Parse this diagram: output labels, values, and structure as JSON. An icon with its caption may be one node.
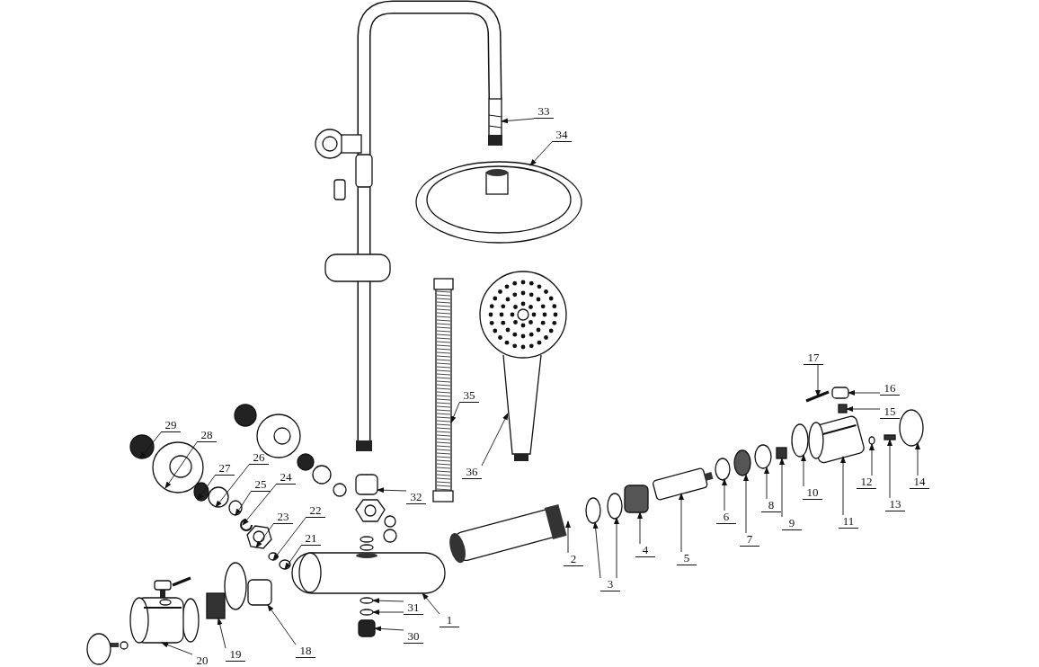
{
  "diagram": {
    "nodes": [
      {
        "text": [
          "1"
        ]
      },
      {
        "text": [
          "2"
        ]
      },
      {
        "text": [
          "3"
        ]
      },
      {
        "text": [
          "4"
        ]
      },
      {
        "text": [
          "5"
        ]
      },
      {
        "text": [
          "6"
        ]
      },
      {
        "text": [
          "7"
        ]
      },
      {
        "text": [
          "8"
        ]
      },
      {
        "text": [
          "9"
        ]
      },
      {
        "text": [
          "10"
        ]
      },
      {
        "text": [
          "11"
        ]
      },
      {
        "text": [
          "12"
        ]
      },
      {
        "text": [
          "13"
        ]
      },
      {
        "text": [
          "14"
        ]
      },
      {
        "text": [
          "15"
        ]
      },
      {
        "text": [
          "16"
        ]
      },
      {
        "text": [
          "17"
        ]
      },
      {
        "text": [
          "18"
        ]
      },
      {
        "text": [
          "19"
        ]
      },
      {
        "text": [
          "20"
        ]
      },
      {
        "text": [
          "21"
        ]
      },
      {
        "text": [
          "22"
        ]
      },
      {
        "text": [
          "23"
        ]
      },
      {
        "text": [
          "24"
        ]
      },
      {
        "text": [
          "25"
        ]
      },
      {
        "text": [
          "26"
        ]
      },
      {
        "text": [
          "27"
        ]
      },
      {
        "text": [
          "28"
        ]
      },
      {
        "text": [
          "29"
        ]
      },
      {
        "text": [
          "30"
        ]
      },
      {
        "text": [
          "31"
        ]
      },
      {
        "text": [
          "32"
        ]
      },
      {
        "text": [
          "33"
        ]
      },
      {
        "text": [
          "34"
        ]
      },
      {
        "text": [
          "35"
        ]
      },
      {
        "text": [
          "36"
        ]
      },
      {
        "text": [],
        "shape": "picture"
      },
      {
        "text": [],
        "shape": "picture"
      },
      {
        "text": [],
        "shape": "circle"
      },
      {
        "text": [],
        "shape": "circle"
      },
      {
        "text": [],
        "shape": "box"
      },
      {
        "text": [],
        "shape": "picture"
      },
      {
        "text": [],
        "shape": "circle"
      },
      {
        "text": [],
        "shape": "circle"
      },
      {
        "text": [],
        "shape": "circle"
      },
      {
        "text": [],
        "shape": "box"
      },
      {
        "text": [],
        "shape": "circle"
      },
      {
        "text": [],
        "shape": "picture"
      },
      {
        "text": [],
        "shape": "circle"
      },
      {
        "text": [],
        "shape": "box"
      },
      {
        "text": [],
        "shape": "circle"
      },
      {
        "text": [],
        "shape": "box"
      },
      {
        "text": [],
        "shape": "box"
      },
      {
        "text": [],
        "shape": "picture"
      },
      {
        "text": [],
        "shape": "box"
      },
      {
        "text": [],
        "shape": "box"
      },
      {
        "text": [],
        "shape": "picture"
      },
      {
        "text": [],
        "shape": "circle"
      },
      {
        "text": [],
        "shape": "circle"
      },
      {
        "text": [],
        "shape": "picture"
      },
      {
        "text": [],
        "shape": "picture"
      },
      {
        "text": [],
        "shape": "circle"
      },
      {
        "text": [],
        "shape": "circle"
      },
      {
        "text": [],
        "shape": "circle"
      },
      {
        "text": [],
        "shape": "picture"
      },
      {
        "text": [],
        "shape": "circle"
      },
      {
        "text": [],
        "shape": "box"
      },
      {
        "text": [],
        "shape": "circle"
      },
      {
        "text": [],
        "shape": "circle"
      },
      {
        "text": [],
        "shape": "box"
      },
      {
        "text": [],
        "shape": "picture"
      },
      {
        "text": [],
        "shape": "picture"
      },
      {
        "text": [],
        "shape": "picture"
      },
      {
        "text": [],
        "shape": "picture"
      }
    ],
    "edges": [
      {
        "from": 0,
        "to": 36,
        "arrow": "to"
      },
      {
        "from": 1,
        "to": 37,
        "arrow": "to"
      },
      {
        "from": 2,
        "to": 38,
        "arrow": "to"
      },
      {
        "from": 2,
        "to": 39,
        "arrow": "to"
      },
      {
        "from": 3,
        "to": 40,
        "arrow": "to"
      },
      {
        "from": 4,
        "to": 41,
        "arrow": "to"
      },
      {
        "from": 5,
        "to": 42,
        "arrow": "to"
      },
      {
        "from": 6,
        "to": 43,
        "arrow": "to"
      },
      {
        "from": 7,
        "to": 44,
        "arrow": "to"
      },
      {
        "from": 8,
        "to": 45,
        "arrow": "to"
      },
      {
        "from": 9,
        "to": 46,
        "arrow": "to"
      },
      {
        "from": 10,
        "to": 47,
        "arrow": "to"
      },
      {
        "from": 11,
        "to": 48,
        "arrow": "to"
      },
      {
        "from": 12,
        "to": 49,
        "arrow": "to"
      },
      {
        "from": 13,
        "to": 50,
        "arrow": "to"
      },
      {
        "from": 14,
        "to": 51,
        "arrow": "to"
      },
      {
        "from": 15,
        "to": 52,
        "arrow": "to"
      },
      {
        "from": 16,
        "to": 53,
        "arrow": "to"
      },
      {
        "from": 17,
        "to": 54,
        "arrow": "to"
      },
      {
        "from": 18,
        "to": 55,
        "arrow": "to"
      },
      {
        "from": 19,
        "to": 56,
        "arrow": "to"
      },
      {
        "from": 20,
        "to": 57,
        "arrow": "to"
      },
      {
        "from": 21,
        "to": 58,
        "arrow": "to"
      },
      {
        "from": 22,
        "to": 59,
        "arrow": "to"
      },
      {
        "from": 23,
        "to": 60,
        "arrow": "to"
      },
      {
        "from": 24,
        "to": 61,
        "arrow": "to"
      },
      {
        "from": 25,
        "to": 62,
        "arrow": "to"
      },
      {
        "from": 26,
        "to": 63,
        "arrow": "to"
      },
      {
        "from": 27,
        "to": 64,
        "arrow": "to"
      },
      {
        "from": 28,
        "to": 65,
        "arrow": "to"
      },
      {
        "from": 29,
        "to": 66,
        "arrow": "to"
      },
      {
        "from": 30,
        "to": 67,
        "arrow": "to"
      },
      {
        "from": 30,
        "to": 68,
        "arrow": "to"
      },
      {
        "from": 31,
        "to": 69,
        "arrow": "to"
      },
      {
        "from": 32,
        "to": 70,
        "arrow": "to"
      },
      {
        "from": 33,
        "to": 71,
        "arrow": "to"
      },
      {
        "from": 34,
        "to": 72,
        "arrow": "to"
      },
      {
        "from": 35,
        "to": 73,
        "arrow": "to"
      }
    ]
  }
}
